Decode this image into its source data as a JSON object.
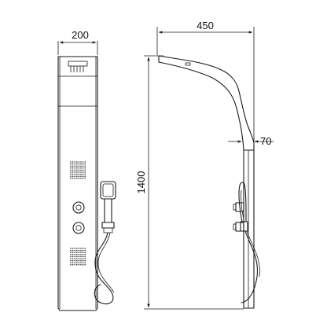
{
  "dimensions": {
    "front_width": "200",
    "side_depth": "450",
    "total_height": "1400",
    "wall_offset": "70"
  }
}
